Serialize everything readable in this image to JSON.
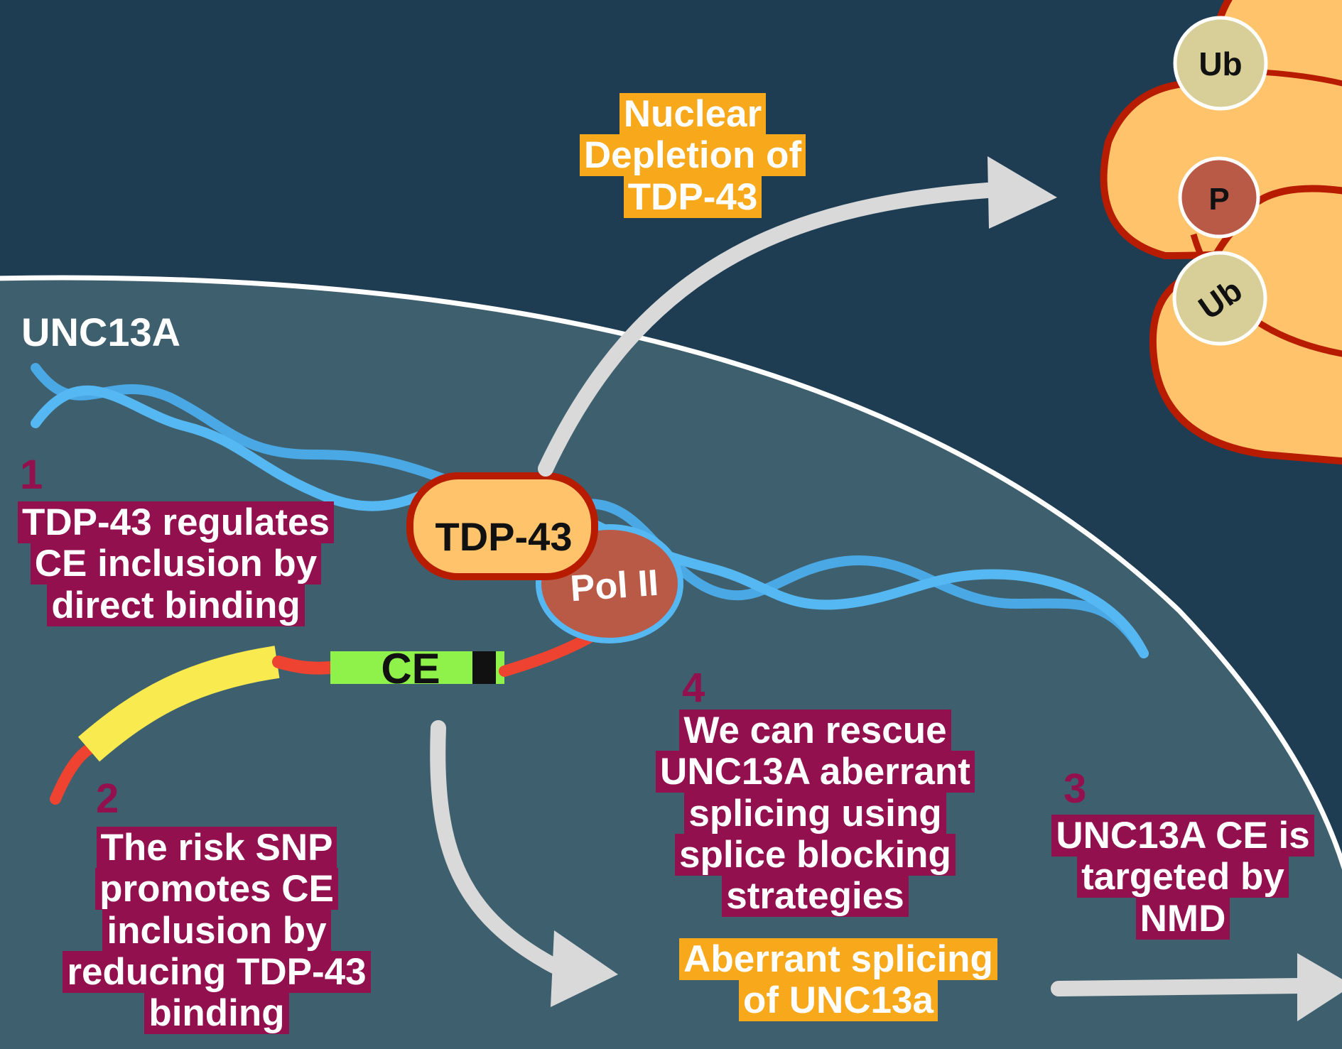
{
  "diagram": {
    "gene_label": "UNC13A",
    "protein_label": "TDP-43",
    "polymerase_label": "Pol II",
    "exon_label": "CE",
    "aggregate_marks": [
      "Ub",
      "P",
      "Ub"
    ],
    "colors": {
      "cytoplasm": "#1e3d52",
      "nucleus": "#3e5f6d",
      "dna": "#56b8f2",
      "protein_fill": "#ffc46b",
      "protein_outline": "#c41a00",
      "pol_ii": "#b95a47",
      "exon_green": "#8ef24a",
      "exon_yellow": "#f9ea4f",
      "rna_red": "#ee4330",
      "arrow": "#d9d9d9",
      "highlight_magenta": "#93104f",
      "highlight_orange": "#f7a81b"
    }
  },
  "labels": {
    "nuclear_depletion": [
      "Nuclear",
      "Depletion of",
      "TDP-43"
    ],
    "aberrant_splicing": [
      "Aberrant splicing",
      "of UNC13a"
    ]
  },
  "steps": [
    {
      "number": "1",
      "text": [
        "TDP-43 regulates",
        "CE inclusion by",
        "direct binding"
      ]
    },
    {
      "number": "2",
      "text": [
        "The risk SNP",
        "promotes CE",
        "inclusion by",
        "reducing TDP-43",
        "binding"
      ]
    },
    {
      "number": "3",
      "text": [
        "UNC13A CE is",
        "targeted by",
        "NMD"
      ]
    },
    {
      "number": "4",
      "text": [
        "We can rescue",
        "UNC13A aberrant",
        "splicing using",
        "splice blocking",
        "strategies"
      ]
    }
  ]
}
